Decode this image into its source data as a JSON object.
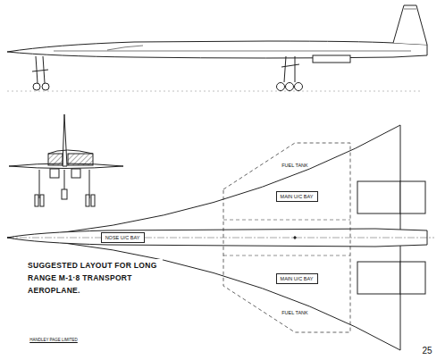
{
  "diagram": {
    "title": "SUGGESTED LAYOUT FOR LONG RANGE M-1·8 TRANSPORT AEROPLANE.",
    "nodes": [
      {
        "text": [
          "NOSE U/C BAY"
        ]
      },
      {
        "text": [
          "MAIN U/C BAY"
        ]
      },
      {
        "text": [
          "MAIN U/C BAY"
        ]
      }
    ],
    "labels": [
      "FUEL TANK",
      "FUEL TANK",
      "HANDLEY PAGE LIMITED",
      "25"
    ]
  }
}
